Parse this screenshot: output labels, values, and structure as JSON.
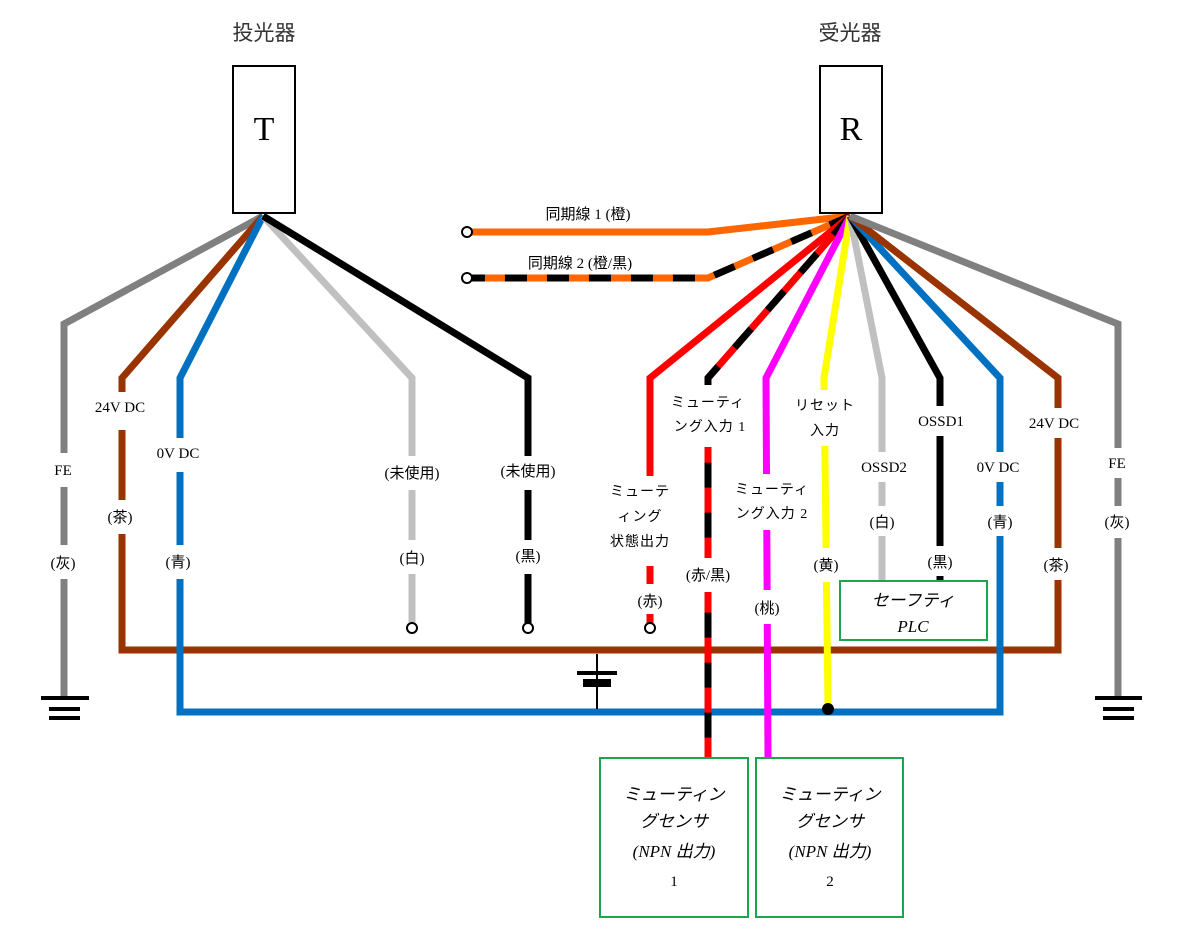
{
  "colors": {
    "gray": "#808080",
    "brown": "#993300",
    "blue": "#0070c0",
    "white_wire": "#c0c0c0",
    "black": "#000000",
    "orange": "#ff6600",
    "red": "#ff0000",
    "pink": "#ff00ff",
    "yellow": "#ffff00",
    "box_green": "#1aa64a"
  },
  "transmitter": {
    "title": "投光器",
    "letter": "T",
    "wires": [
      {
        "id": "fe",
        "name": "FE",
        "color_label": "(灰)"
      },
      {
        "id": "24v",
        "name": "24V DC",
        "color_label": "(茶)"
      },
      {
        "id": "0v",
        "name": "0V DC",
        "color_label": "(青)"
      },
      {
        "id": "unused-white",
        "name": "(未使用)",
        "color_label": "(白)"
      },
      {
        "id": "unused-black",
        "name": "(未使用)",
        "color_label": "(黒)"
      }
    ]
  },
  "receiver": {
    "title": "受光器",
    "letter": "R",
    "sync1": "同期線 1 (橙)",
    "sync2": "同期線 2 (橙/黒)",
    "wires": [
      {
        "id": "muting-status",
        "name_lines": [
          "ミューテ",
          "ィング",
          "状態出力"
        ],
        "color_label": "(赤)"
      },
      {
        "id": "muting-in1",
        "name_lines": [
          "ミューティ",
          "ング入力 1"
        ],
        "color_label": "(赤/黒)"
      },
      {
        "id": "muting-in2",
        "name_lines": [
          "ミューティ",
          "ング入力 2"
        ],
        "color_label": "(桃)"
      },
      {
        "id": "reset",
        "name_lines": [
          "リセット",
          "入力"
        ],
        "color_label": "(黄)"
      },
      {
        "id": "ossd2",
        "name_lines": [
          "OSSD2"
        ],
        "color_label": "(白)"
      },
      {
        "id": "ossd1",
        "name_lines": [
          "OSSD1"
        ],
        "color_label": "(黒)"
      },
      {
        "id": "0v",
        "name_lines": [
          "0V DC"
        ],
        "color_label": "(青)"
      },
      {
        "id": "24v",
        "name_lines": [
          "24V DC"
        ],
        "color_label": "(茶)"
      },
      {
        "id": "fe",
        "name_lines": [
          "FE"
        ],
        "color_label": "(灰)"
      }
    ]
  },
  "safety_plc": {
    "lines": [
      "セーフティ",
      "PLC"
    ]
  },
  "muting_sensors": [
    {
      "lines": [
        "ミューティン",
        "グセンサ",
        "(NPN 出力)",
        "1"
      ]
    },
    {
      "lines": [
        "ミューティン",
        "グセンサ",
        "(NPN 出力)",
        "2"
      ]
    }
  ]
}
